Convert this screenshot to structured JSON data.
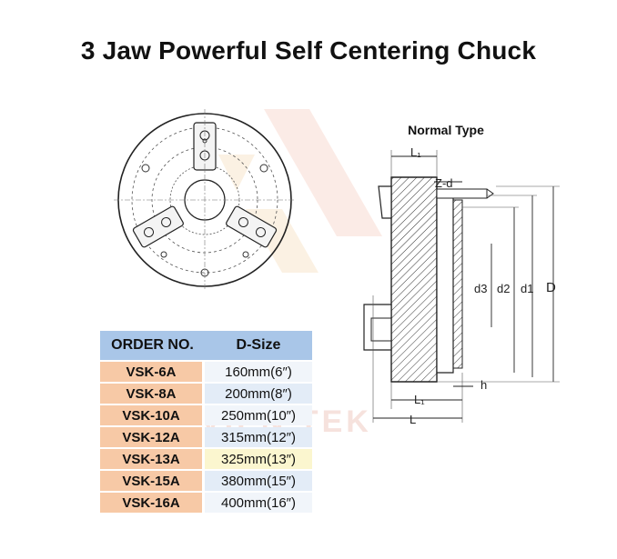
{
  "title": "3 Jaw Powerful Self Centering Chuck",
  "section": {
    "caption": "Normal Type",
    "dims": {
      "l1_top": "L₁",
      "zd": "Z-d",
      "d3": "d3",
      "d2": "d2",
      "d1": "d1",
      "D": "D",
      "h": "h",
      "l1_bottom": "L₁",
      "L": "L"
    }
  },
  "table": {
    "headers": [
      "ORDER NO.",
      "D-Size"
    ],
    "rows": [
      {
        "order": "VSK-6A",
        "size": "160mm(6″)"
      },
      {
        "order": "VSK-8A",
        "size": "200mm(8″)"
      },
      {
        "order": "VSK-10A",
        "size": "250mm(10″)"
      },
      {
        "order": "VSK-12A",
        "size": "315mm(12″)"
      },
      {
        "order": "VSK-13A",
        "size": "325mm(13″)"
      },
      {
        "order": "VSK-15A",
        "size": "380mm(15″)"
      },
      {
        "order": "VSK-16A",
        "size": "400mm(16″)"
      }
    ]
  },
  "watermark": "VIEN TEK"
}
